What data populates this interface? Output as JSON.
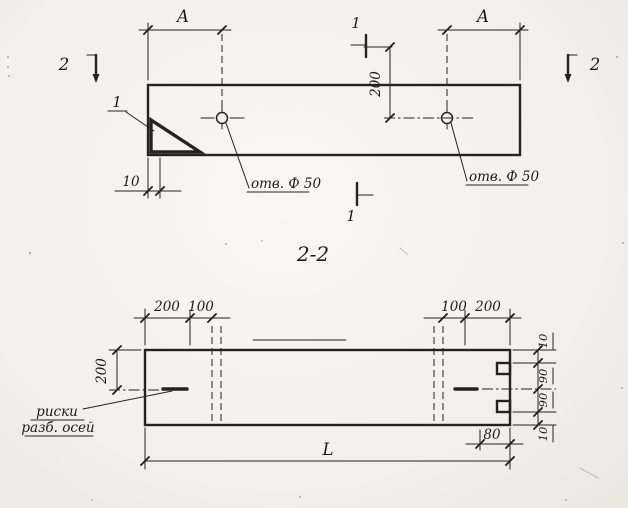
{
  "top_view": {
    "dim_a_left": "A",
    "dim_a_right": "A",
    "dim_vertical_200": "200",
    "dim_offset_10": "10",
    "hole_left_label": "отв. Ф 50",
    "hole_right_label": "отв. Ф 50",
    "section1_mark_top": "1",
    "section1_mark_bottom": "1",
    "section2_mark_left": "2",
    "section2_mark_right": "2",
    "corner_detail_callout": "1"
  },
  "section_view": {
    "title": "2-2",
    "top_left_dims": [
      "200",
      "100"
    ],
    "top_right_dims": [
      "100",
      "200"
    ],
    "height_dim": "200",
    "right_edge_dims": [
      "10",
      "90",
      "90",
      "10"
    ],
    "notch_offset_dim": "80",
    "overall_length_dim": "L",
    "marks_label_line1": "риски",
    "marks_label_line2": "разб. осей"
  }
}
